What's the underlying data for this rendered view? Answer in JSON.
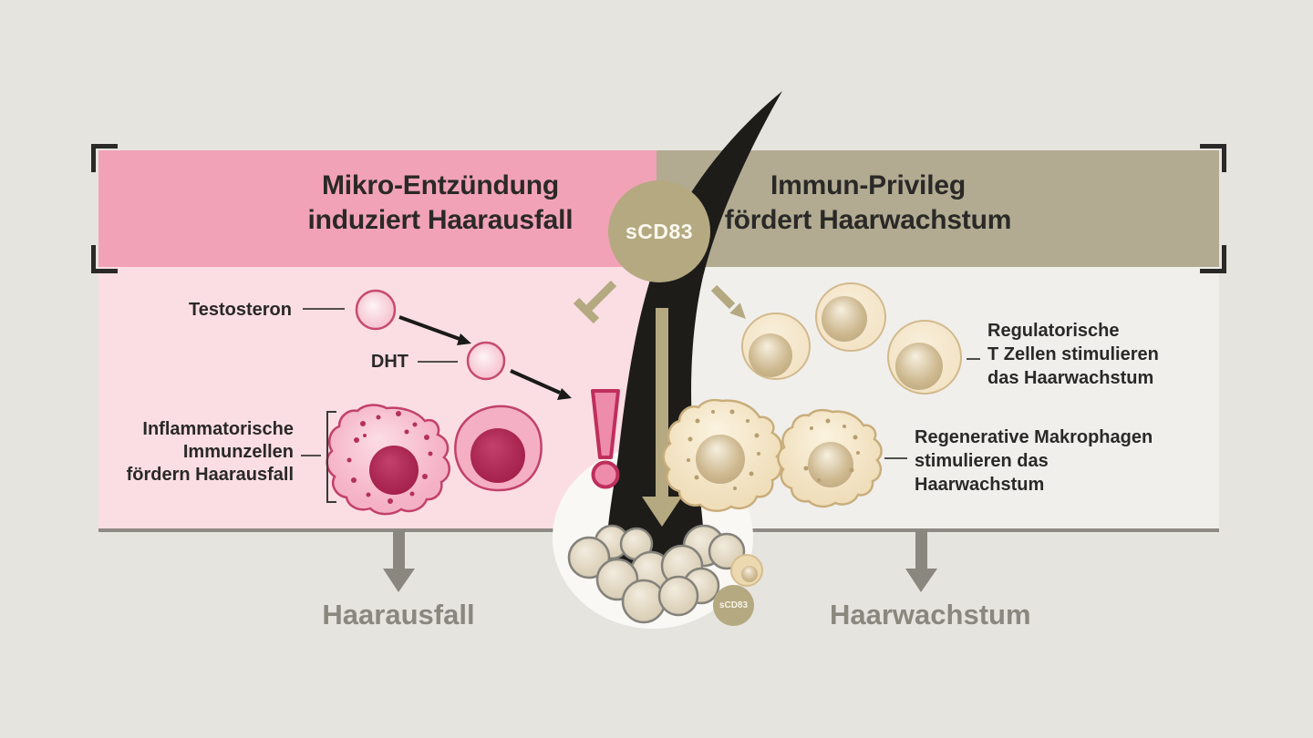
{
  "left_panel": {
    "title": "Mikro-Entzündung\ninduziert Haarausfall",
    "labels": {
      "testosteron": "Testosteron",
      "dht": "DHT",
      "immune_cells": "Inflammatorische\nImmunzellen\nfördern Haarausfall"
    },
    "outcome": "Haarausfall"
  },
  "right_panel": {
    "title": "Immun-Privileg\nfördert Haarwachstum",
    "labels": {
      "treg": "Regulatorische\nT Zellen stimulieren\ndas Haarwachstum",
      "macrophages": "Regenerative Makrophagen\nstimulieren das\nHaarwachstum"
    },
    "outcome": "Haarwachstum"
  },
  "center": {
    "scd83": "sCD83",
    "scd83_follicle": "sCD83"
  },
  "colors": {
    "background": "#e5e4df",
    "pink_band": "#f2a2b7",
    "pink_panel": "#fbdee4",
    "tan_band": "#b2ab92",
    "neutral_panel": "#f0efec",
    "tan_accent": "#b5a981",
    "hair_black": "#1d1c19",
    "pink_cell": "#f4aec3",
    "dark_pink": "#bf2f5c",
    "gray_label": "#8a877e",
    "text_dark": "#2a2927"
  }
}
